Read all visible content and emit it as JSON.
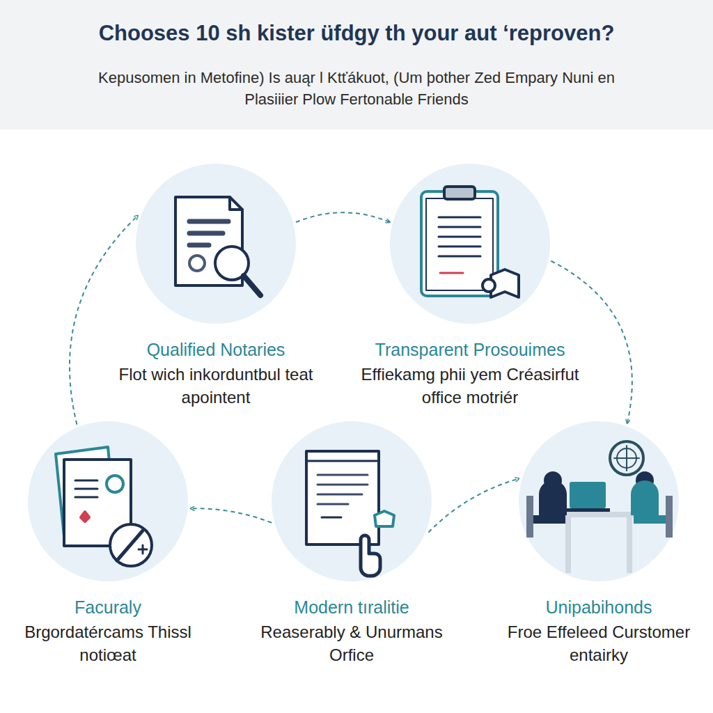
{
  "diagram": {
    "title": "Chooses 10 sh kister üfdgy th your aut ‘reproven?",
    "nodes": [
      {
        "text": [
          "Qualified Notaries",
          "Flot wich inkorduntbul teat apointent"
        ]
      },
      {
        "text": [
          "Transparent Prosouimes",
          "Effiekamg phii yem Créasirfut office motriér"
        ]
      },
      {
        "text": [
          "Facuraly",
          "Brgordatércams Thissl notiœat"
        ]
      },
      {
        "text": [
          "Modern tıralitie",
          "Reaserably & Unurmans Orfice"
        ]
      },
      {
        "text": [
          "Unipabihonds",
          "Froe Effeleed Curstomer entairky"
        ]
      }
    ],
    "edges": [
      {
        "from": 0,
        "to": 1,
        "arrow": "to"
      },
      {
        "from": 1,
        "to": 4,
        "arrow": "to"
      },
      {
        "from": 3,
        "to": 4,
        "arrow": "to"
      },
      {
        "from": 3,
        "to": 2,
        "arrow": "to"
      },
      {
        "from": 2,
        "to": 0,
        "arrow": "to"
      }
    ],
    "labels": [
      "Kepusomen in Metofine) Is auąr l Ktťákuot, (Um þother Zed Empary Nuni en Plasiiier Plow Fertonable Friends"
    ]
  }
}
